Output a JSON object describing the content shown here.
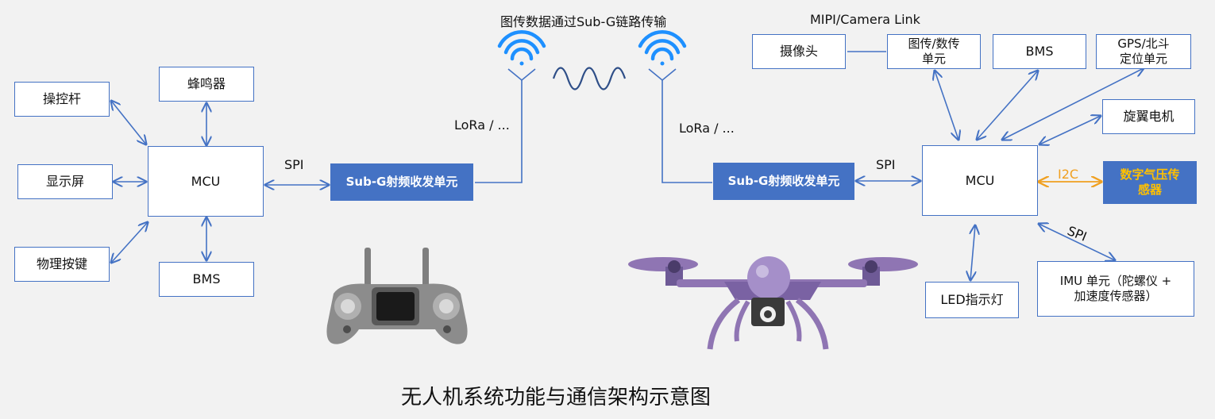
{
  "diagram": {
    "title": "无人机系统功能与通信架构示意图",
    "top_label": "图传数据通过Sub-G链路传输",
    "camera_link_label": "MIPI/Camera Link",
    "colors": {
      "line": "#4472c4",
      "wifi": "#1e90ff",
      "i2c": "#f0a020",
      "drone": "#8f75b3",
      "controller": "#8c8c8c"
    },
    "controller": {
      "joystick": "操控杆",
      "display": "显示屏",
      "buttons": "物理按键",
      "buzzer": "蜂鸣器",
      "mcu": "MCU",
      "bms": "BMS",
      "spi": "SPI",
      "radio": "Sub-G射频收发单元",
      "lora": "LoRa / ..."
    },
    "drone": {
      "lora": "LoRa / ...",
      "radio": "Sub-G射频收发单元",
      "spi": "SPI",
      "mcu": "MCU",
      "camera": "摄像头",
      "video_tx": "图传/数传\n单元",
      "bms": "BMS",
      "gps": "GPS/北斗\n定位单元",
      "motor": "旋翼电机",
      "i2c": "I2C",
      "baro": "数字气压传\n感器",
      "spi_imu": "SPI",
      "led": "LED指示灯",
      "imu": "IMU 单元（陀螺仪 +\n加速度传感器）"
    }
  }
}
